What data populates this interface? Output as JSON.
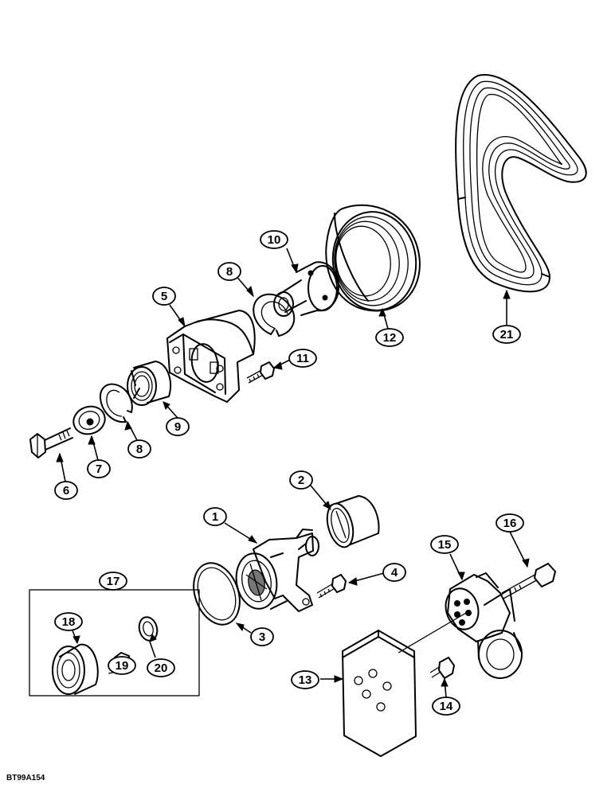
{
  "callouts": [
    {
      "id": "c1",
      "label": "1"
    },
    {
      "id": "c2",
      "label": "2"
    },
    {
      "id": "c3",
      "label": "3"
    },
    {
      "id": "c4",
      "label": "4"
    },
    {
      "id": "c5",
      "label": "5"
    },
    {
      "id": "c6",
      "label": "6"
    },
    {
      "id": "c7",
      "label": "7"
    },
    {
      "id": "c8a",
      "label": "8"
    },
    {
      "id": "c8b",
      "label": "8"
    },
    {
      "id": "c9",
      "label": "9"
    },
    {
      "id": "c10",
      "label": "10"
    },
    {
      "id": "c11",
      "label": "11"
    },
    {
      "id": "c12",
      "label": "12"
    },
    {
      "id": "c13",
      "label": "13"
    },
    {
      "id": "c14",
      "label": "14"
    },
    {
      "id": "c15",
      "label": "15"
    },
    {
      "id": "c16",
      "label": "16"
    },
    {
      "id": "c17",
      "label": "17"
    },
    {
      "id": "c18",
      "label": "18"
    },
    {
      "id": "c19",
      "label": "19"
    },
    {
      "id": "c20",
      "label": "20"
    },
    {
      "id": "c21",
      "label": "21"
    }
  ],
  "drawing_code": "BT99A154"
}
